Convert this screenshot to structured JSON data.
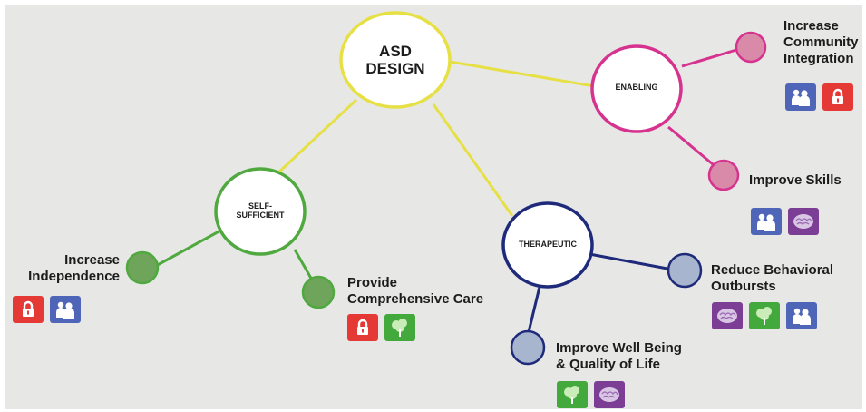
{
  "colors": {
    "background": "#e7e7e6",
    "core": "#e6e045",
    "enabling": "#d6338f",
    "enabling_fill": "#d98aa8",
    "self_sufficient": "#4fa93f",
    "self_sufficient_fill": "#6ea55b",
    "therapeutic": "#1f2a7a",
    "therapeutic_fill": "#a7b5cf",
    "lock_icon": "#e53935",
    "people_icon": "#4f66b8",
    "brain_icon": "#7c3d95",
    "tree_icon": "#44a93c"
  },
  "center": {
    "title_line1": "ASD",
    "title_line2": "DESIGN"
  },
  "categories": {
    "enabling": {
      "label": "ENABLING"
    },
    "self_sufficient": {
      "label_line1": "SELF-",
      "label_line2": "SUFFICIENT"
    },
    "therapeutic": {
      "label": "THERAPEUTIC"
    }
  },
  "goals": {
    "increase_community_integration": {
      "lines": [
        "Increase",
        "Community",
        "Integration"
      ],
      "icons": [
        "people-icon",
        "lock-icon"
      ]
    },
    "improve_skills": {
      "lines": [
        "Improve Skills"
      ],
      "icons": [
        "people-icon",
        "brain-icon"
      ]
    },
    "increase_independence": {
      "lines": [
        "Increase",
        "Independence"
      ],
      "icons": [
        "lock-icon",
        "people-icon"
      ]
    },
    "provide_comprehensive_care": {
      "lines": [
        "Provide",
        "Comprehensive Care"
      ],
      "icons": [
        "lock-icon",
        "tree-icon"
      ]
    },
    "reduce_behavioral_outbursts": {
      "lines": [
        "Reduce Behavioral",
        "Outbursts"
      ],
      "icons": [
        "brain-icon",
        "tree-icon",
        "people-icon"
      ]
    },
    "improve_well_being": {
      "lines": [
        "Improve Well Being",
        "& Quality of Life"
      ],
      "icons": [
        "tree-icon",
        "brain-icon"
      ]
    }
  }
}
